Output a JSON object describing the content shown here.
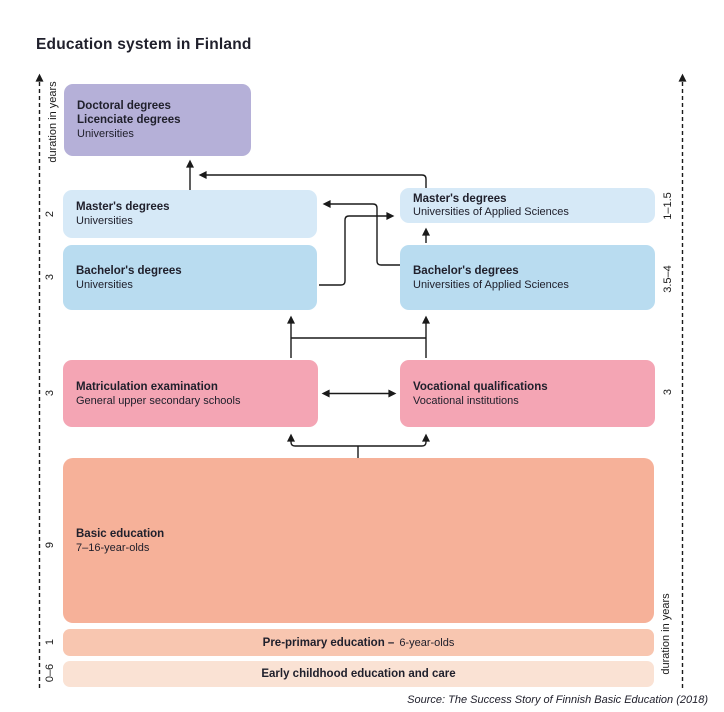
{
  "title": "Education system in Finland",
  "source": "Source: The Success Story of Finnish Basic Education (2018)",
  "axes": {
    "left": {
      "label": "duration in years",
      "ticks": [
        "2",
        "3",
        "3",
        "9",
        "1",
        "0–6"
      ]
    },
    "right": {
      "label": "duration in years",
      "ticks": [
        "1–1.5",
        "3.5–4",
        "3"
      ]
    }
  },
  "boxes": {
    "doctoral": {
      "line1": "Doctoral degrees",
      "line2": "Licenciate degrees",
      "subtitle": "Universities"
    },
    "masters_uni": {
      "title": "Master's degrees",
      "subtitle": "Universities"
    },
    "masters_uas": {
      "title": "Master's degrees",
      "subtitle": "Universities of Applied Sciences"
    },
    "bachelors_uni": {
      "title": "Bachelor's degrees",
      "subtitle": "Universities"
    },
    "bachelors_uas": {
      "title": "Bachelor's degrees",
      "subtitle": "Universities of Applied Sciences"
    },
    "matriculation": {
      "title": "Matriculation examination",
      "subtitle": "General upper secondary schools"
    },
    "vocational": {
      "title": "Vocational qualifications",
      "subtitle": "Vocational institutions"
    },
    "basic": {
      "title": "Basic education",
      "subtitle": "7–16-year-olds"
    },
    "preprimary": {
      "title": "Pre-primary education –",
      "suffix": "6-year-olds"
    },
    "early_childhood": {
      "title": "Early childhood education and care"
    }
  },
  "colors": {
    "purple": "#b5b0d8",
    "blue_light": "#d6e9f7",
    "blue": "#b9dcf0",
    "pink": "#f4a5b4",
    "salmon": "#f6b199",
    "salmon_light": "#f8c6b0",
    "salmon_pale": "#fae2d4",
    "text": "#20202c",
    "arrow": "#1a1a1a"
  }
}
